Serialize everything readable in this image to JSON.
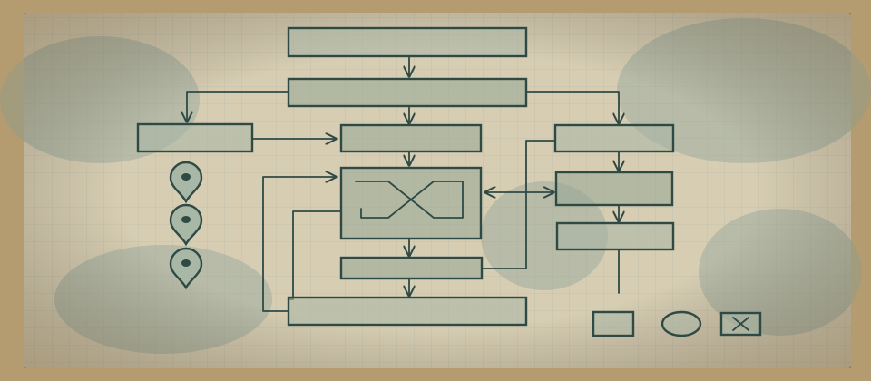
{
  "colors": {
    "ink": "#2f4a45",
    "paper": "#d6cdb2",
    "paper_edge": "#b59c70",
    "box_fill": "#a9b7a6",
    "box_fill_dark": "#95a895",
    "grid": "#8fa2a0",
    "stain": "#7f9c93"
  },
  "icons": {
    "location_pins": [
      "map-pin-icon",
      "map-pin-icon",
      "map-pin-icon"
    ],
    "legend": [
      "square-icon",
      "circle-icon",
      "x-box-icon"
    ]
  },
  "diagram": {
    "nodes": [
      {
        "id": "top-box",
        "label": ""
      },
      {
        "id": "second-box",
        "label": ""
      },
      {
        "id": "left-box",
        "label": ""
      },
      {
        "id": "center-upper-box",
        "label": ""
      },
      {
        "id": "crossover-box",
        "label": ""
      },
      {
        "id": "center-lower-box",
        "label": ""
      },
      {
        "id": "bottom-box",
        "label": ""
      },
      {
        "id": "right-box-1",
        "label": ""
      },
      {
        "id": "right-box-2",
        "label": ""
      },
      {
        "id": "right-box-3",
        "label": ""
      }
    ],
    "edges": [
      {
        "from": "top-box",
        "to": "second-box"
      },
      {
        "from": "second-box",
        "to": "left-box"
      },
      {
        "from": "second-box",
        "to": "center-upper-box"
      },
      {
        "from": "second-box",
        "to": "right-box-1"
      },
      {
        "from": "left-box",
        "to": "center-upper-box"
      },
      {
        "from": "center-upper-box",
        "to": "crossover-box"
      },
      {
        "from": "crossover-box",
        "to": "center-lower-box"
      },
      {
        "from": "center-lower-box",
        "to": "bottom-box"
      },
      {
        "from": "right-box-1",
        "to": "right-box-2"
      },
      {
        "from": "right-box-2",
        "to": "right-box-3"
      },
      {
        "from": "crossover-box",
        "to": "right-box-2"
      },
      {
        "from": "right-box-2",
        "to": "crossover-box"
      }
    ]
  }
}
